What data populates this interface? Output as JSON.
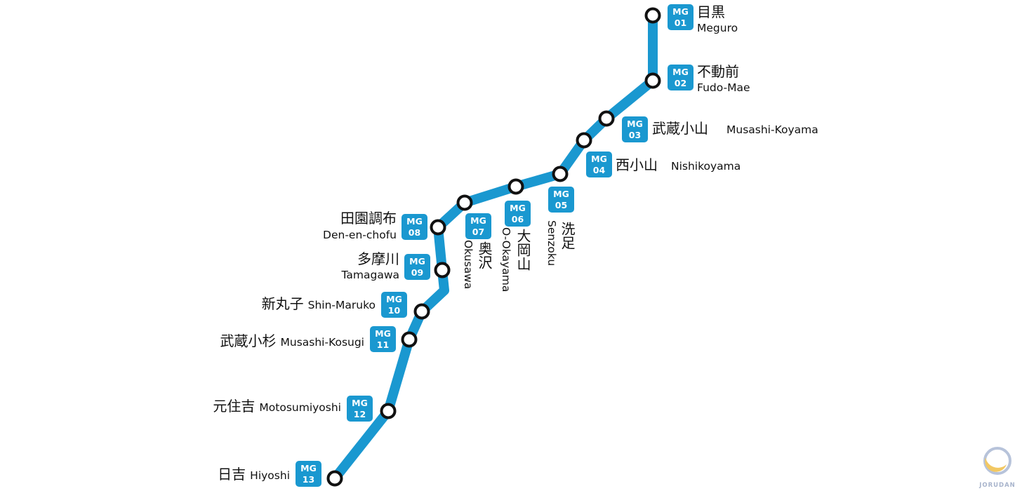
{
  "line": {
    "name": "",
    "color": "#1a98d0",
    "code_prefix": "MG"
  },
  "stations": [
    {
      "code_prefix": "MG",
      "code_number": "01",
      "name_ja": "目黒",
      "name_en": "Meguro"
    },
    {
      "code_prefix": "MG",
      "code_number": "02",
      "name_ja": "不動前",
      "name_en": "Fudo-Mae"
    },
    {
      "code_prefix": "MG",
      "code_number": "03",
      "name_ja": "武蔵小山",
      "name_en": "Musashi-Koyama"
    },
    {
      "code_prefix": "MG",
      "code_number": "04",
      "name_ja": "西小山",
      "name_en": "Nishikoyama"
    },
    {
      "code_prefix": "MG",
      "code_number": "05",
      "name_ja": "洗足",
      "name_en": "Senzoku"
    },
    {
      "code_prefix": "MG",
      "code_number": "06",
      "name_ja": "大岡山",
      "name_en": "O-Okayama"
    },
    {
      "code_prefix": "MG",
      "code_number": "07",
      "name_ja": "奥沢",
      "name_en": "Okusawa"
    },
    {
      "code_prefix": "MG",
      "code_number": "08",
      "name_ja": "田園調布",
      "name_en": "Den-en-chofu"
    },
    {
      "code_prefix": "MG",
      "code_number": "09",
      "name_ja": "多摩川",
      "name_en": "Tamagawa"
    },
    {
      "code_prefix": "MG",
      "code_number": "10",
      "name_ja": "新丸子",
      "name_en": "Shin-Maruko"
    },
    {
      "code_prefix": "MG",
      "code_number": "11",
      "name_ja": "武蔵小杉",
      "name_en": "Musashi-Kosugi"
    },
    {
      "code_prefix": "MG",
      "code_number": "12",
      "name_ja": "元住吉",
      "name_en": "Motosumiyoshi"
    },
    {
      "code_prefix": "MG",
      "code_number": "13",
      "name_ja": "日吉",
      "name_en": "Hiyoshi"
    }
  ],
  "logo": {
    "text": "JORUDAN",
    "colors": {
      "moon": "#f2c863",
      "ring": "#b7c3da",
      "text": "#a8b4cc"
    }
  }
}
